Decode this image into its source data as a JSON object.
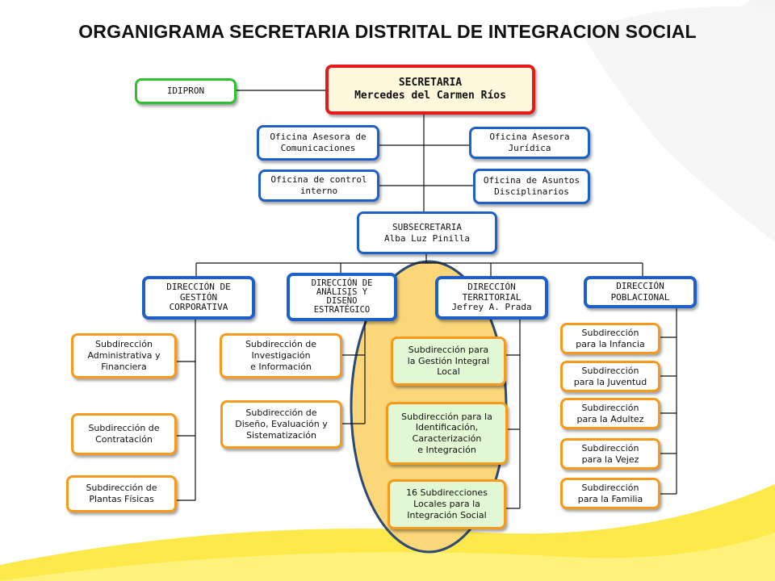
{
  "title": "ORGANIGRAMA SECRETARIA DISTRITAL DE INTEGRACION SOCIAL",
  "colors": {
    "blue": "#1f5fc8",
    "orange": "#f59a1b",
    "red": "#e51b1b",
    "green": "#2fbf2f",
    "highlight": "#fbd77a",
    "background_accent": "#fde94a"
  },
  "secretaria": {
    "line1": "SECRETARIA",
    "line2": "Mercedes del  Carmen Ríos"
  },
  "idipron": "IDIPRON",
  "oficinas": {
    "comunicaciones": [
      "Oficina Asesora de",
      "Comunicaciones"
    ],
    "juridica": [
      "Oficina Asesora",
      "Jurídica"
    ],
    "control": [
      "Oficina de control",
      "interno"
    ],
    "disciplinarios": [
      "Oficina de Asuntos",
      "Disciplinarios"
    ]
  },
  "subsecretaria": {
    "line1": "SUBSECRETARIA",
    "line2": "Alba Luz Pinilla"
  },
  "direcciones": {
    "gestion": [
      "DIRECCIÓN DE",
      "GESTIÓN",
      "CORPORATIVA"
    ],
    "analisis": [
      "DIRECCIÓN DE",
      "ANÁLISIS Y",
      "DISEÑO",
      "ESTRATÉGICO"
    ],
    "territorial": [
      "DIRECCIÓN",
      "TERRITORIAL",
      "Jefrey A. Prada"
    ],
    "poblacional": [
      "DIRECCIÓN",
      "POBLACIONAL"
    ]
  },
  "subdirecciones": {
    "administrativa": [
      "Subdirección",
      "Administrativa y",
      "Financiera"
    ],
    "contratacion": [
      "Subdirección de",
      "Contratación"
    ],
    "plantas": [
      "Subdirección de",
      "Plantas Físicas"
    ],
    "investigacion": [
      "Subdirección de",
      "Investigación",
      "e Información"
    ],
    "diseno": [
      "Subdirección de",
      "Diseño, Evaluación y",
      "Sistematización"
    ],
    "gestion_local": [
      "Subdirección para",
      "la Gestión Integral",
      "Local"
    ],
    "identificacion": [
      "Subdirección para la",
      "Identificación,",
      "Caracterización",
      "e Integración"
    ],
    "locales": [
      "16 Subdirecciones",
      "Locales para la",
      "Integración Social"
    ],
    "infancia": [
      "Subdirección",
      "para la Infancia"
    ],
    "juventud": [
      "Subdirección",
      "para la Juventud"
    ],
    "adultez": [
      "Subdirección",
      "para la Adultez"
    ],
    "vejez": [
      "Subdirección",
      "para la Vejez"
    ],
    "familia": [
      "Subdirección",
      "para la Familia"
    ]
  }
}
